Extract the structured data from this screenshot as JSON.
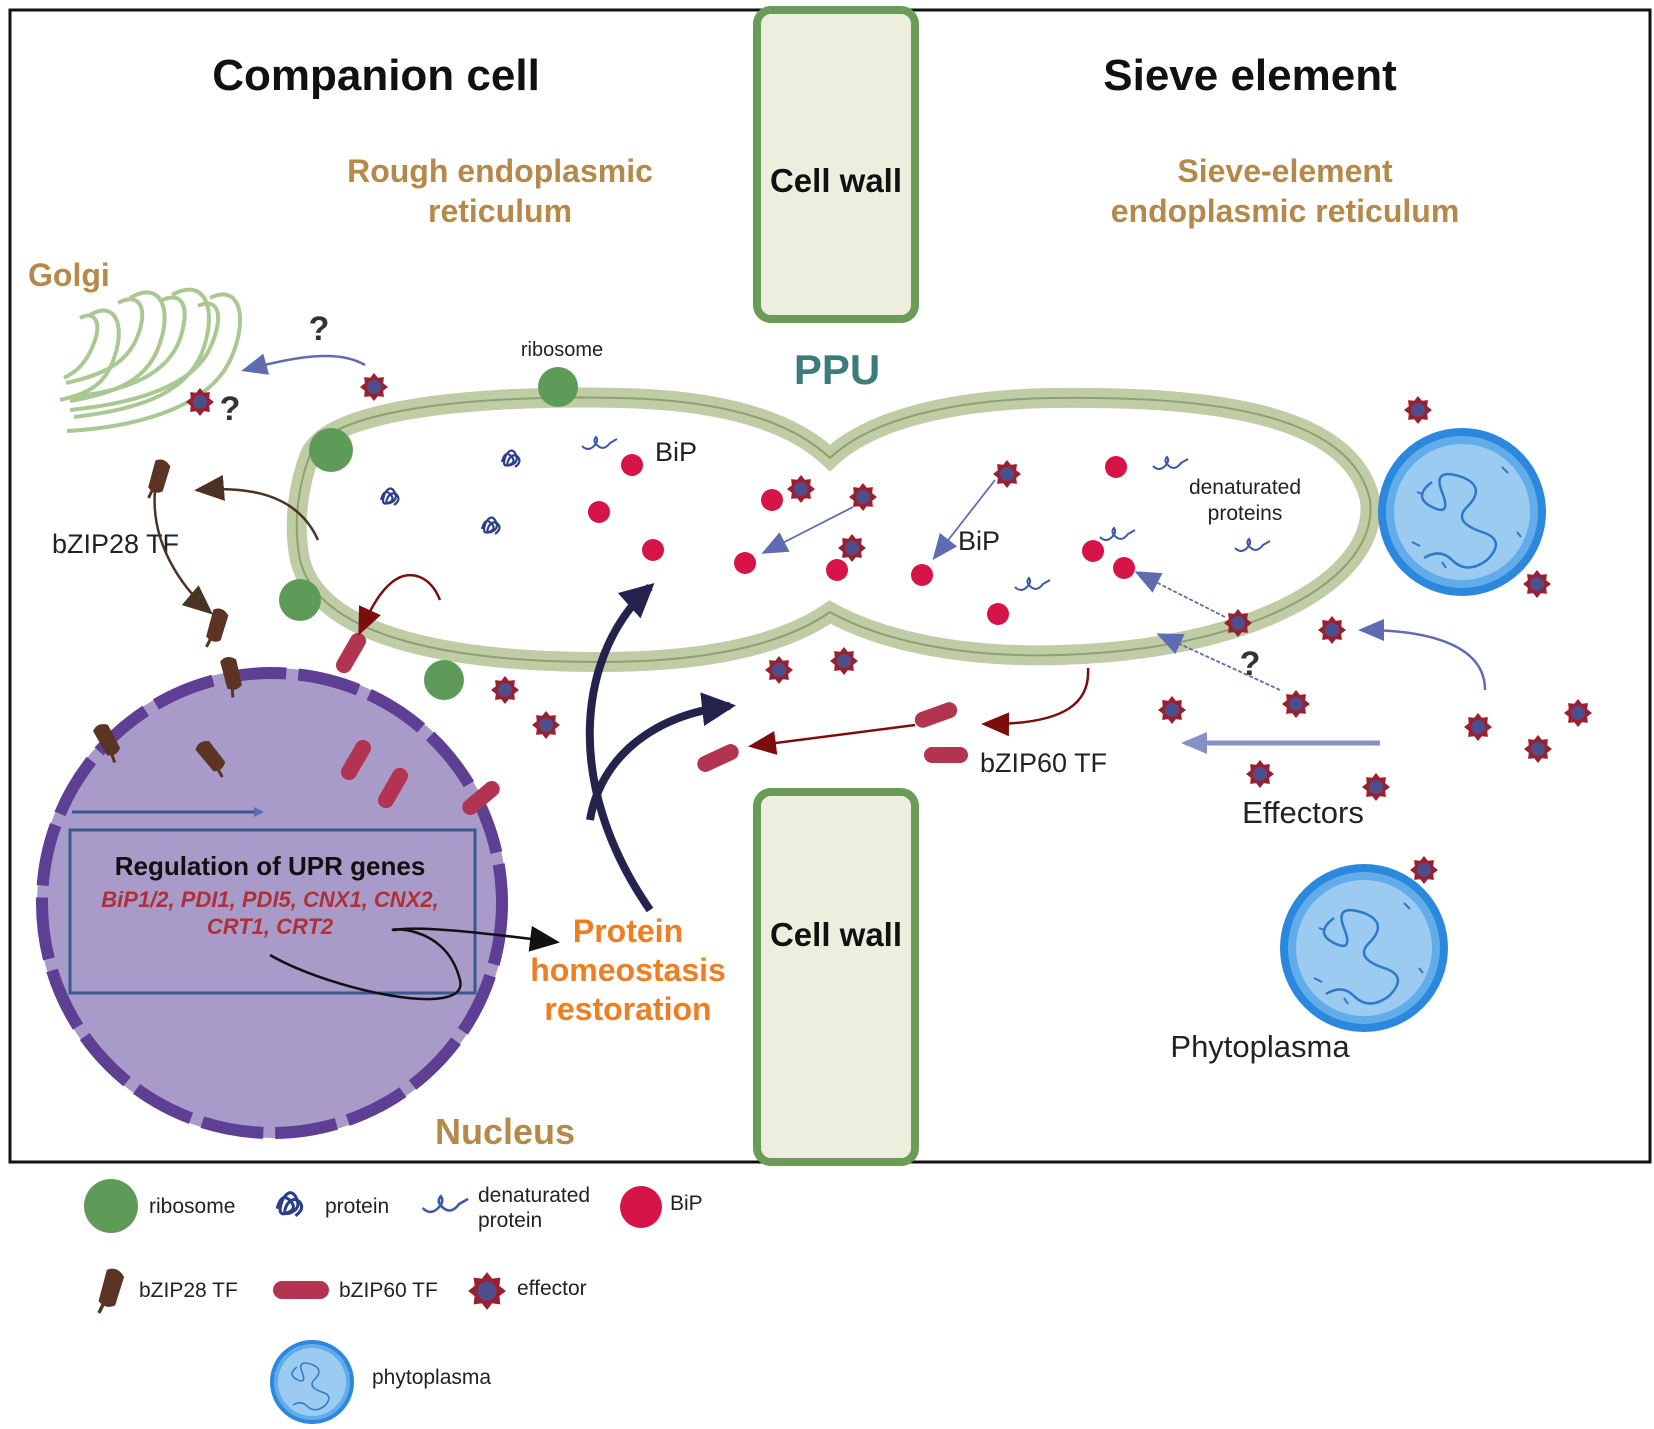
{
  "titles": {
    "companion_cell": "Companion cell",
    "sieve_element": "Sieve element",
    "ppu": "PPU"
  },
  "organelles": {
    "rough_er": [
      "Rough endoplasmic",
      "reticulum"
    ],
    "se_er": [
      "Sieve-element",
      "endoplasmic reticulum"
    ],
    "golgi": "Golgi",
    "nucleus": "Nucleus",
    "cell_wall_top": "Cell wall",
    "cell_wall_bottom": "Cell wall"
  },
  "labels": {
    "ribosome": "ribosome",
    "bip_1": "BiP",
    "bip_2": "BiP",
    "denaturated": [
      "denaturated",
      "proteins"
    ],
    "bzip28": "bZIP28 TF",
    "bzip60": "bZIP60 TF",
    "effectors": "Effectors",
    "phytoplasma": "Phytoplasma",
    "q1": "?",
    "q2": "?",
    "q3": "?"
  },
  "upr_box": {
    "title": "Regulation of UPR genes",
    "genes_line1": "BiP1/2, PDI1, PDI5, CNX1, CNX2,",
    "genes_line2": "CRT1, CRT2"
  },
  "restoration": [
    "Protein",
    "homeostasis",
    "restoration"
  ],
  "legend": {
    "ribosome": "ribosome",
    "protein": "protein",
    "denaturated": [
      "denaturated",
      "protein"
    ],
    "bip": "BiP",
    "bzip28": "bZIP28 TF",
    "bzip60": "bZIP60 TF",
    "effector": "effector",
    "phytoplasma": "phytoplasma"
  },
  "colors": {
    "ribosome": "#5f9b58",
    "bip": "#d61448",
    "bzip28": "#5b3424",
    "bzip60": "#b23450",
    "effector_outer": "#9a2030",
    "effector_inner": "#4d4f8c",
    "nucleus": "#a99bc9",
    "nucleus_border": "#5d3f93",
    "er_border": "#bfcca6",
    "phytoplasma": "#4b99e3",
    "title_orange": "#b5894a",
    "ppu": "#3e7c7a",
    "restoration": "#ef7d22",
    "arrow_navy": "#23234e",
    "arrow_dark_red": "#7d0d0d",
    "arrow_brown": "#4b3324",
    "arrow_blue": "#5f6cb2"
  }
}
